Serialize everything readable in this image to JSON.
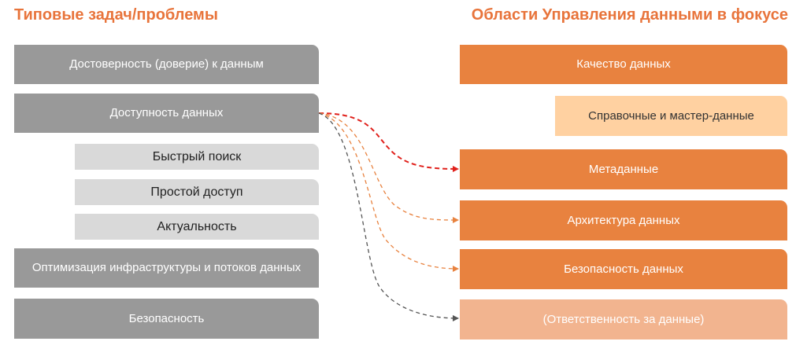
{
  "left": {
    "title": "Типовые задач/проблемы",
    "items": [
      "Достоверность (доверие) к данным",
      "Доступность данных",
      "Быстрый поиск",
      "Простой доступ",
      "Актуальность",
      "Оптимизация инфраструктуры и потоков данных",
      "Безопасность"
    ]
  },
  "right": {
    "title": "Области Управления данными в фокусе",
    "items": [
      "Качество данных",
      "Справочные и мастер-данные",
      "Метаданные",
      "Архитектура данных",
      "Безопасность данных",
      "(Ответственность за данные)"
    ]
  },
  "colors": {
    "heading": "#E8743B",
    "gray_box": "#999999",
    "light_box": "#D9D9D9",
    "orange_box": "#E8823F",
    "peach_box": "#FFD1A1",
    "salmon_box": "#F2B48F",
    "arrow_red": "#E0201B",
    "arrow_orange": "#E8823F",
    "arrow_dark": "#555555"
  }
}
